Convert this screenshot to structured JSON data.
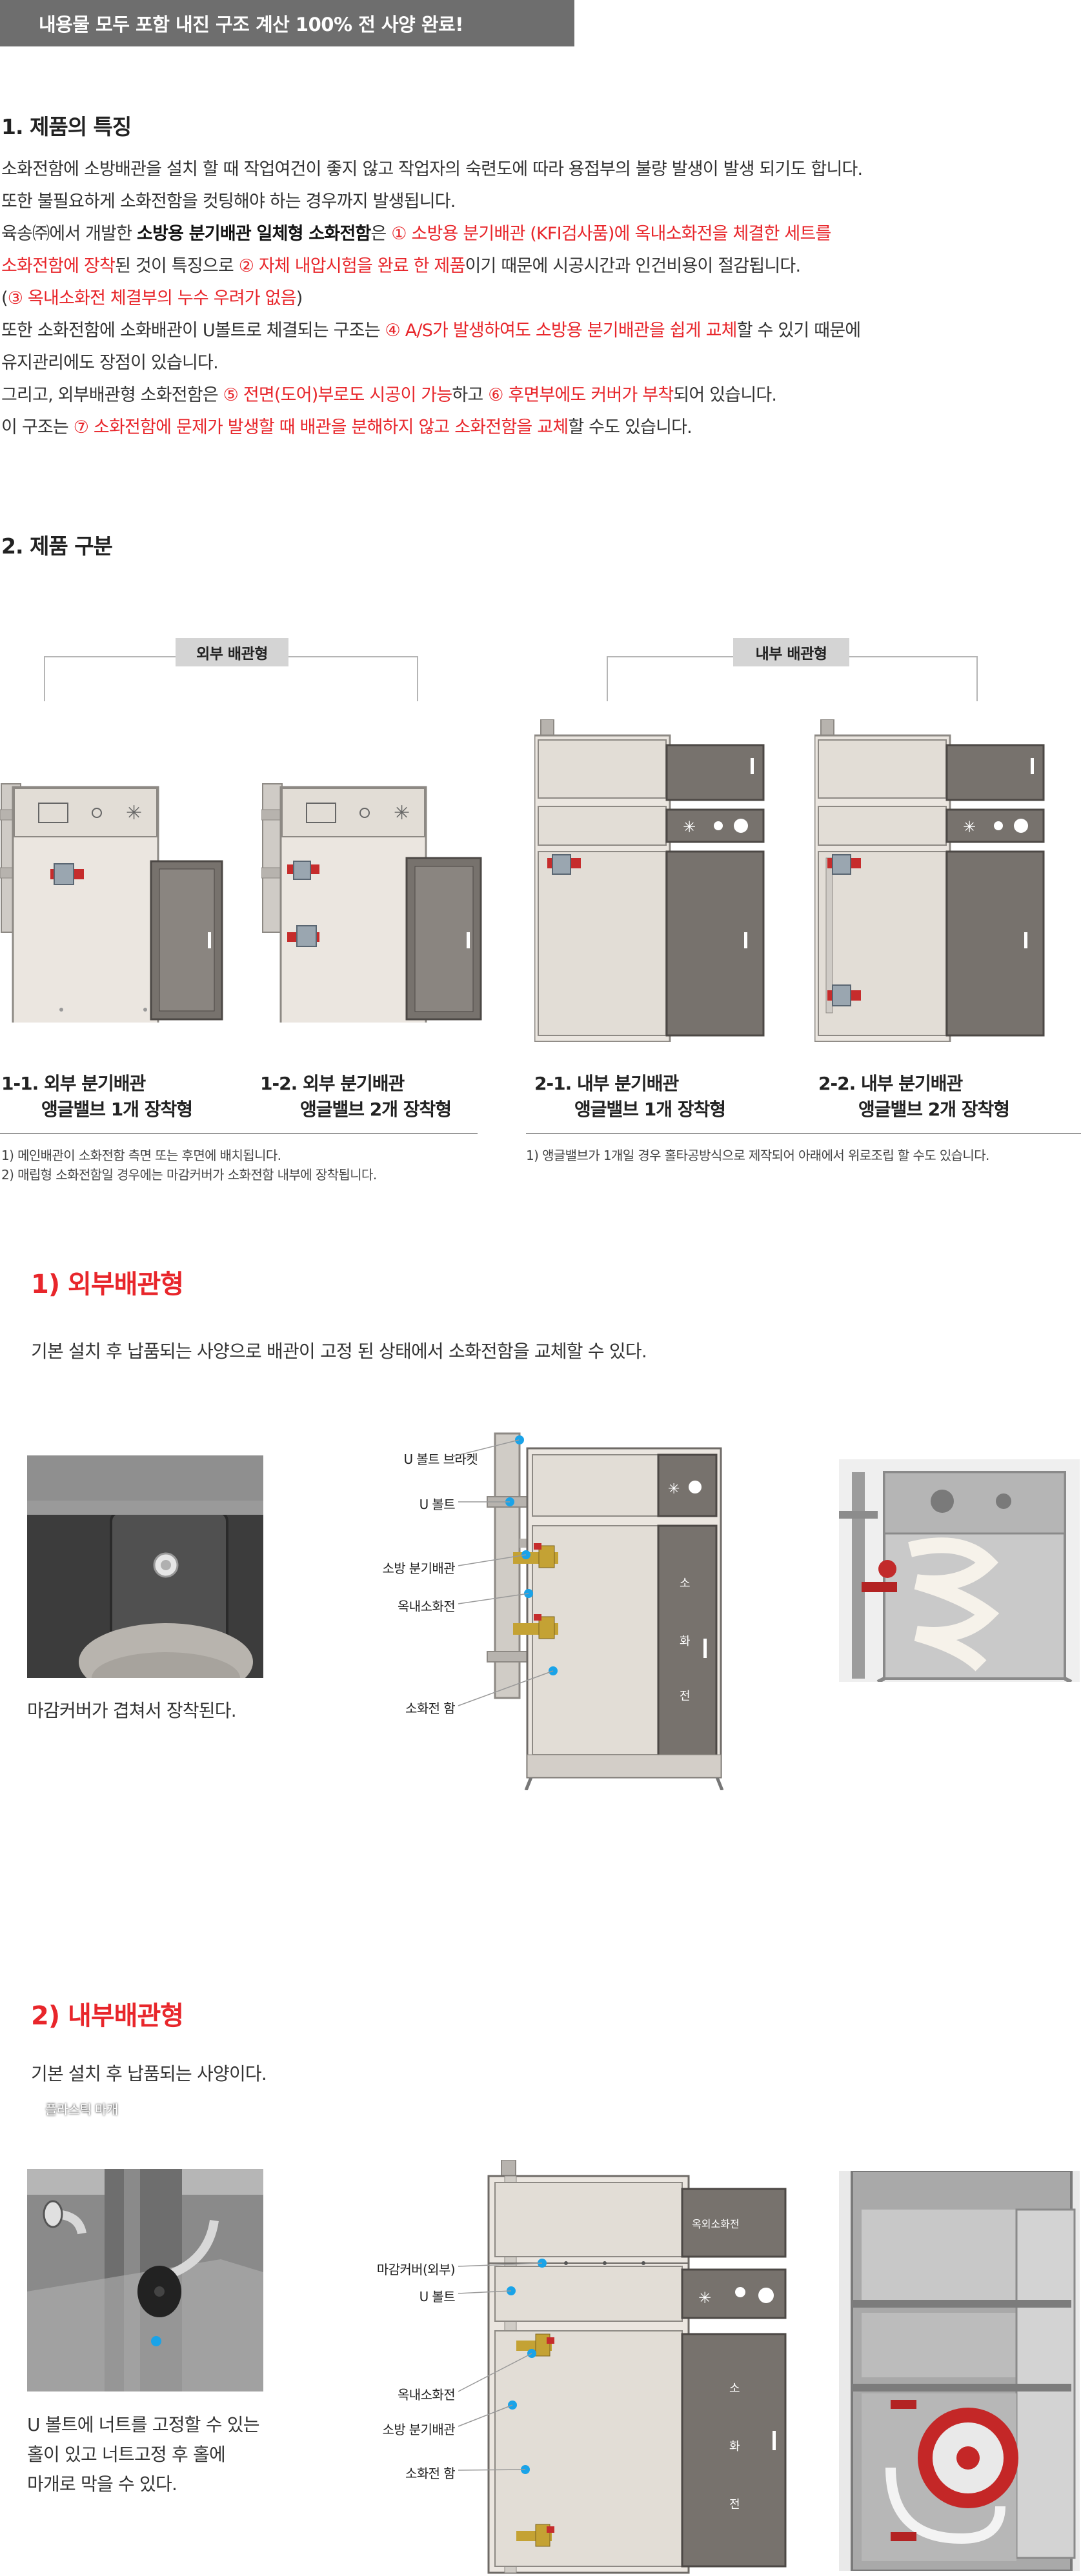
{
  "banner": {
    "text": "내용물 모두 포함 내진 구조 계산 100% 전 사양 완료!"
  },
  "section1": {
    "title": "1. 제품의 특징",
    "lines": [
      [
        {
          "t": "소화전함에 소방배관을 설치 할 때 작업여건이 좋지 않고 작업자의 숙련도에 따라 용접부의 불량 발생이 발생 되기도 합니다."
        }
      ],
      [
        {
          "t": "또한 불필요하게 소화전함을 컷팅해야 하는 경우까지 발생됩니다."
        }
      ],
      [
        {
          "t": "육송㈜에서 개발한 "
        },
        {
          "t": "소방용 분기배관 일체형 소화전함",
          "s": "b"
        },
        {
          "t": "은 "
        },
        {
          "t": "① 소방용 분기배관 (KFI검사품)에 옥내소화전을 체결한 세트를",
          "s": "r"
        }
      ],
      [
        {
          "t": "소화전함에 장착",
          "s": "r"
        },
        {
          "t": "된 것이 특징으로 "
        },
        {
          "t": "② 자체 내압시험을 완료 한 제품",
          "s": "r"
        },
        {
          "t": "이기 때문에 시공시간과 인건비용이 절감됩니다."
        }
      ],
      [
        {
          "t": "("
        },
        {
          "t": "③ 옥내소화전 체결부의 누수 우려가 없음",
          "s": "r"
        },
        {
          "t": ")"
        }
      ],
      [
        {
          "t": "또한 소화전함에 소화배관이 U볼트로 체결되는 구조는 "
        },
        {
          "t": "④ A/S가 발생하여도 소방용 분기배관을 쉽게 교체",
          "s": "r"
        },
        {
          "t": "할 수 있기 때문에"
        }
      ],
      [
        {
          "t": "유지관리에도 장점이 있습니다."
        }
      ],
      [
        {
          "t": "그리고, 외부배관형 소화전함은 "
        },
        {
          "t": "⑤ 전면(도어)부로도 시공이 가능",
          "s": "r"
        },
        {
          "t": "하고 "
        },
        {
          "t": "⑥ 후면부에도 커버가 부착",
          "s": "r"
        },
        {
          "t": "되어 있습니다."
        }
      ],
      [
        {
          "t": "이 구조는 "
        },
        {
          "t": "⑦ 소화전함에 문제가 발생할 때 배관을 분해하지 않고 소화전함을 교체",
          "s": "r"
        },
        {
          "t": "할 수도 있습니다."
        }
      ]
    ]
  },
  "section2": {
    "title": "2. 제품 구분",
    "external_tag": "외부 배관형",
    "internal_tag": "내부 배관형",
    "captions": [
      {
        "line1": "1-1. 외부 분기배관",
        "line2": "앵글밸브 1개 장착형"
      },
      {
        "line1": "1-2. 외부 분기배관",
        "line2": "앵글밸브 2개 장착형"
      },
      {
        "line1": "2-1. 내부 분기배관",
        "line2": "앵글밸브 1개 장착형"
      },
      {
        "line1": "2-2. 내부 분기배관",
        "line2": "앵글밸브 2개 장착형"
      }
    ],
    "notes_left": [
      "1) 메인배관이 소화전함 측면 또는 후면에 배치됩니다.",
      "2) 매립형 소화전함일 경우에는 마감커버가 소화전함 내부에 장착됩니다."
    ],
    "notes_right": [
      "1) 앵글밸브가 1개일 경우 홀타공방식으로 제작되어 아래에서 위로조립 할 수도 있습니다."
    ]
  },
  "external": {
    "title": "1) 외부배관형",
    "desc": "기본 설치 후 납품되는 사양으로 배관이 고정 된 상태에서 소화전함을 교체할 수 있다.",
    "photo_caption": "마감커버가 겹쳐서 장착된다.",
    "labels": [
      "U 볼트 브라켓",
      "U 볼트",
      "소방 분기배관",
      "옥내소화전",
      "소화전 함"
    ]
  },
  "internal": {
    "title": "2) 내부배관형",
    "desc": "기본 설치 후 납품되는 사양이다.",
    "photo_tag": "플라스틱 마개",
    "side_text": [
      "U 볼트에 너트를 고정할 수 있는",
      "홀이 있고 너트고정 후 홀에",
      "마개로 막을 수 있다."
    ],
    "labels": [
      "마감커버(외부)",
      "U 볼트",
      "옥내소화전",
      "소방 분기배관",
      "소화전 함"
    ],
    "cabinet_text": [
      "옥외소화전",
      "소",
      "화",
      "전"
    ]
  },
  "colors": {
    "accent_red": "#e8262b",
    "cabinet_body": "#ebe6e0",
    "door_grey": "#77726d",
    "pin_blue": "#1aa3e8"
  }
}
